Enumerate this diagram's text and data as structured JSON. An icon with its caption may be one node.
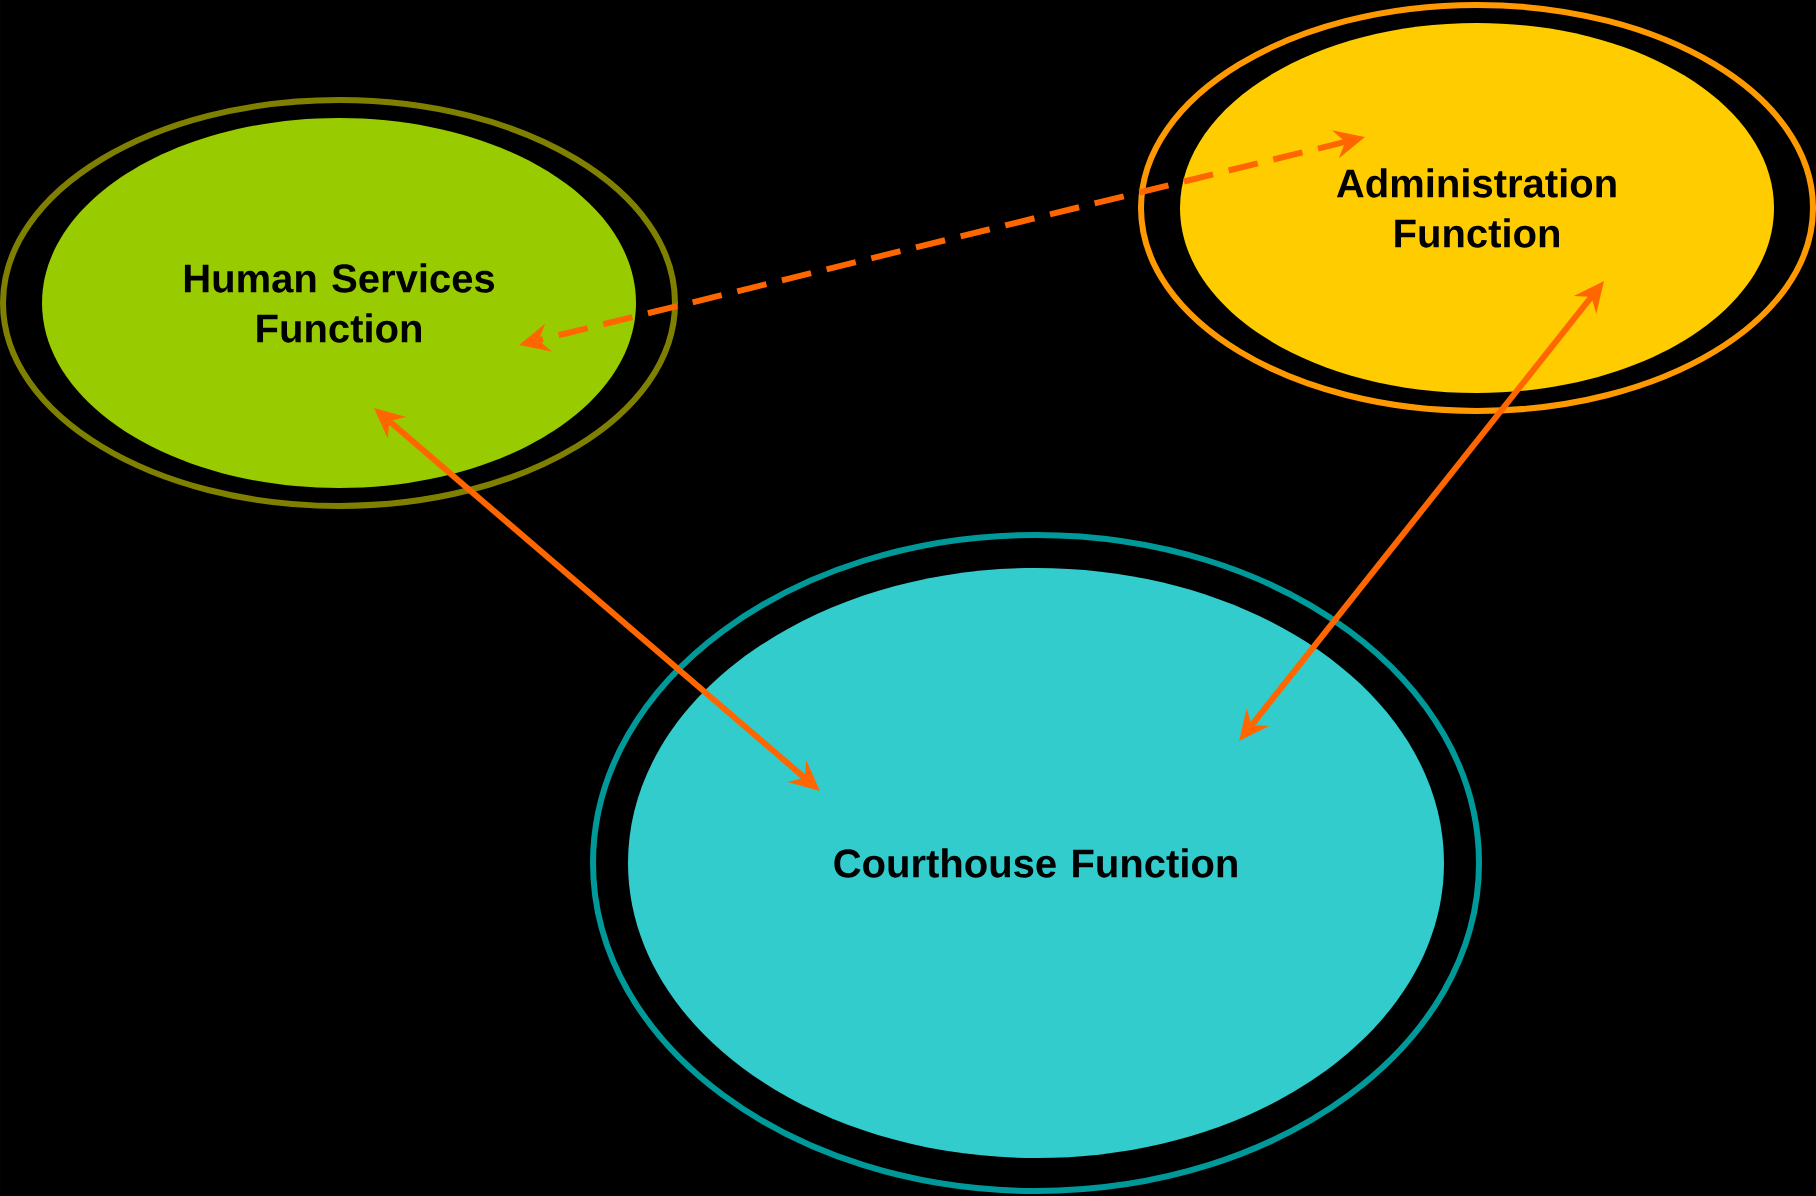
{
  "diagram": {
    "nodes": [
      {
        "text": [
          "Human Services Function"
        ]
      },
      {
        "text": [
          "Administration Function"
        ]
      },
      {
        "text": [
          "Courthouse Function"
        ]
      }
    ],
    "edges": [
      {
        "from": 1,
        "to": 0,
        "arrow": "both",
        "style": "dashed"
      },
      {
        "from": 0,
        "to": 2,
        "arrow": "both"
      },
      {
        "from": 1,
        "to": 2,
        "arrow": "both"
      }
    ]
  }
}
